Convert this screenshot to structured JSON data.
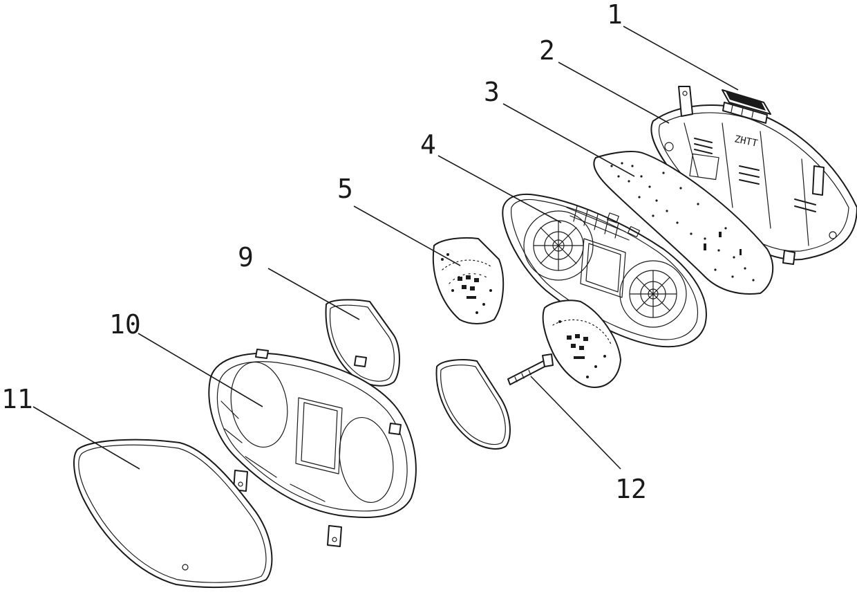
{
  "callouts": {
    "c1": "1",
    "c2": "2",
    "c3": "3",
    "c4": "4",
    "c5": "5",
    "c9": "9",
    "c10": "10",
    "c11": "11",
    "c12": "12"
  },
  "colors": {
    "line": "#1a1a1a",
    "background": "#ffffff"
  }
}
